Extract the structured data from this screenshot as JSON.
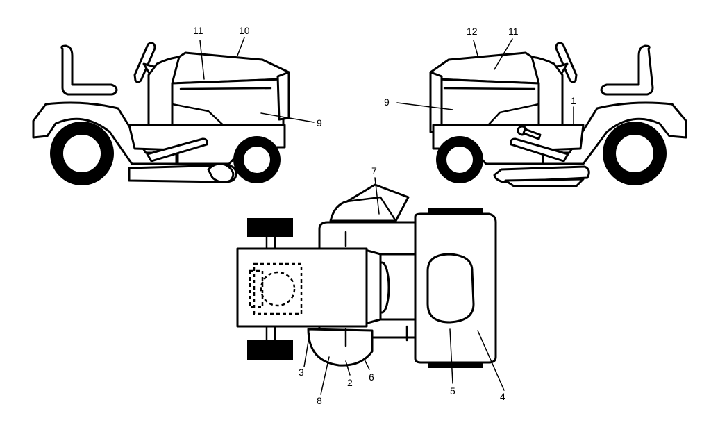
{
  "colors": {
    "line": "#000000",
    "background": "#ffffff"
  },
  "left_view": {
    "callouts": [
      {
        "id": "lv-11",
        "text": "11"
      },
      {
        "id": "lv-10",
        "text": "10"
      },
      {
        "id": "lv-9",
        "text": "9"
      }
    ]
  },
  "right_view": {
    "callouts": [
      {
        "id": "rv-12",
        "text": "12"
      },
      {
        "id": "rv-11",
        "text": "11"
      },
      {
        "id": "rv-9",
        "text": "9"
      },
      {
        "id": "rv-1",
        "text": "1"
      }
    ]
  },
  "top_view": {
    "callouts": [
      {
        "id": "tv-7",
        "text": "7"
      },
      {
        "id": "tv-3",
        "text": "3"
      },
      {
        "id": "tv-2",
        "text": "2"
      },
      {
        "id": "tv-6",
        "text": "6"
      },
      {
        "id": "tv-8",
        "text": "8"
      },
      {
        "id": "tv-5",
        "text": "5"
      },
      {
        "id": "tv-4",
        "text": "4"
      }
    ]
  }
}
